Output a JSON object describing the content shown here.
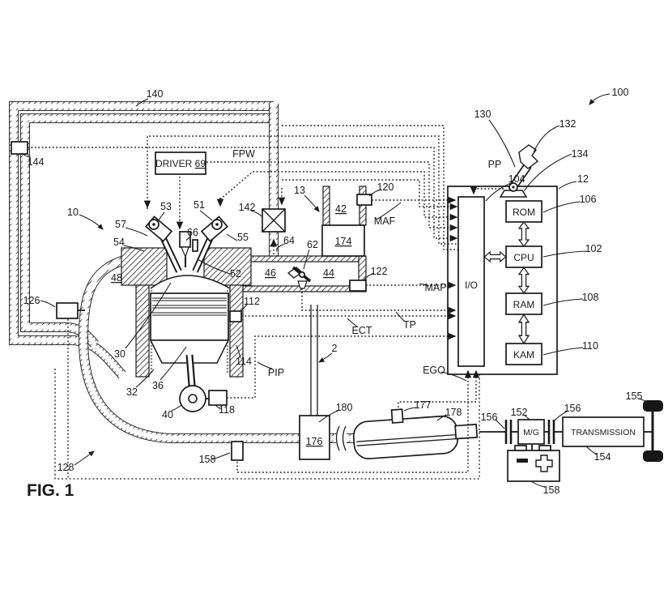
{
  "figure": {
    "caption": "FIG. 1"
  },
  "refs": {
    "n2": "2",
    "n10": "10",
    "n12": "12",
    "n13": "13",
    "n30": "30",
    "n32": "32",
    "n36": "36",
    "n40": "40",
    "n42": "42",
    "n44": "44",
    "n46": "46",
    "n48": "48",
    "n51": "51",
    "n52": "52",
    "n53": "53",
    "n54": "54",
    "n55": "55",
    "n57": "57",
    "n62": "62",
    "n64": "64",
    "n66": "66",
    "n69": "69",
    "n100": "100",
    "n102": "102",
    "n104": "104",
    "n106": "106",
    "n108": "108",
    "n110": "110",
    "n112": "112",
    "n114": "114",
    "n118": "118",
    "n120": "120",
    "n122": "122",
    "n126": "126",
    "n128": "128",
    "n130": "130",
    "n132": "132",
    "n134": "134",
    "n140": "140",
    "n142": "142",
    "n144": "144",
    "n152": "152",
    "n154": "154",
    "n155": "155",
    "n156_left": "156",
    "n156_right": "156",
    "n158_exhaust": "158",
    "n158_battery": "158",
    "n174": "174",
    "n176": "176",
    "n177": "177",
    "n178": "178",
    "n180": "180"
  },
  "signals": {
    "fpw": "FPW",
    "pp": "PP",
    "maf": "MAF",
    "map": "MAP",
    "tp": "TP",
    "ect": "ECT",
    "pip": "PIP",
    "ego": "EGO"
  },
  "components": {
    "driver": "DRIVER",
    "io": "I/O",
    "rom": "ROM",
    "cpu": "CPU",
    "ram": "RAM",
    "kam": "KAM",
    "mg": "M/G",
    "transmission": "TRANSMISSION"
  }
}
